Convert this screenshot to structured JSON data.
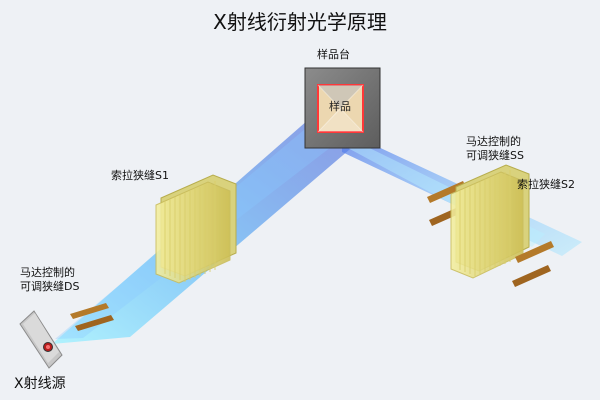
{
  "title": "X射线衍射光学原理",
  "labels": {
    "sample_stage": "样品台",
    "sample": "样品",
    "soller_slit_s1": "索拉狭缝S1",
    "soller_slit_s2": "索拉狭缝S2",
    "ds_line1": "马达控制的",
    "ds_line2": "可调狭缝DS",
    "ss_line1": "马达控制的",
    "ss_line2": "可调狭缝SS",
    "xray_source": "X射线源"
  },
  "colors": {
    "background": "#eef1f5",
    "beam": "#5b8ff0",
    "beam_light": "#8fd8ff",
    "sample_stage": "#6f6f6f",
    "sample_border": "#ff3b3b",
    "slit_fill": "#e7e08a",
    "slit_bar": "#a0691d"
  },
  "icons": {
    "source": "xray-source-icon",
    "sample_stage": "sample-stage-icon",
    "soller_slit": "soller-slit-icon",
    "divergence_slit": "divergence-slit-icon",
    "scatter_slit": "scatter-slit-icon"
  }
}
